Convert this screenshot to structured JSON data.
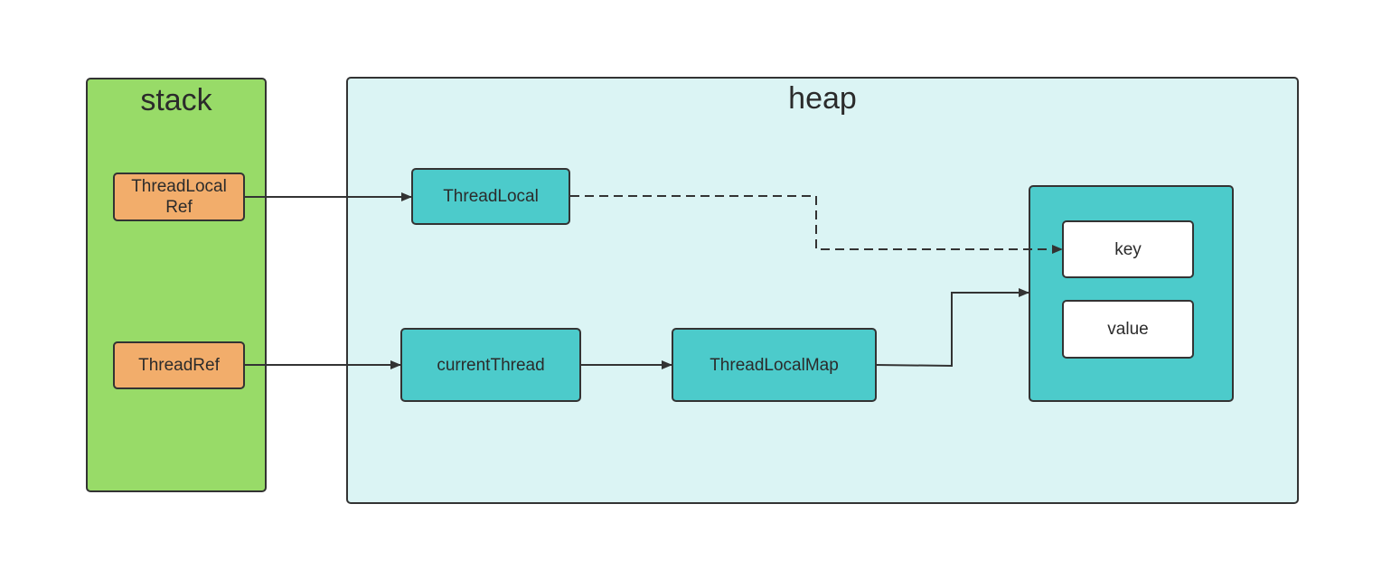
{
  "colors": {
    "stack_fill": "#98db68",
    "heap_fill": "#dbf4f4",
    "ref_fill": "#f2ad6b",
    "object_fill": "#4ccbcb",
    "entry_fill": "#ffffff",
    "stroke": "#333333"
  },
  "regions": {
    "stack": {
      "title": "stack"
    },
    "heap": {
      "title": "heap"
    }
  },
  "nodes": {
    "threadlocal_ref": "ThreadLocal\nRef",
    "thread_ref": "ThreadRef",
    "threadlocal": "ThreadLocal",
    "current_thread": "currentThread",
    "threadlocal_map": "ThreadLocalMap",
    "entry_key": "key",
    "entry_value": "value"
  },
  "edges": [
    {
      "from": "threadlocal_ref",
      "to": "threadlocal",
      "style": "solid"
    },
    {
      "from": "thread_ref",
      "to": "current_thread",
      "style": "solid"
    },
    {
      "from": "current_thread",
      "to": "threadlocal_map",
      "style": "solid"
    },
    {
      "from": "threadlocal_map",
      "to": "entry",
      "style": "solid"
    },
    {
      "from": "threadlocal",
      "to": "entry_key",
      "style": "dashed"
    }
  ]
}
